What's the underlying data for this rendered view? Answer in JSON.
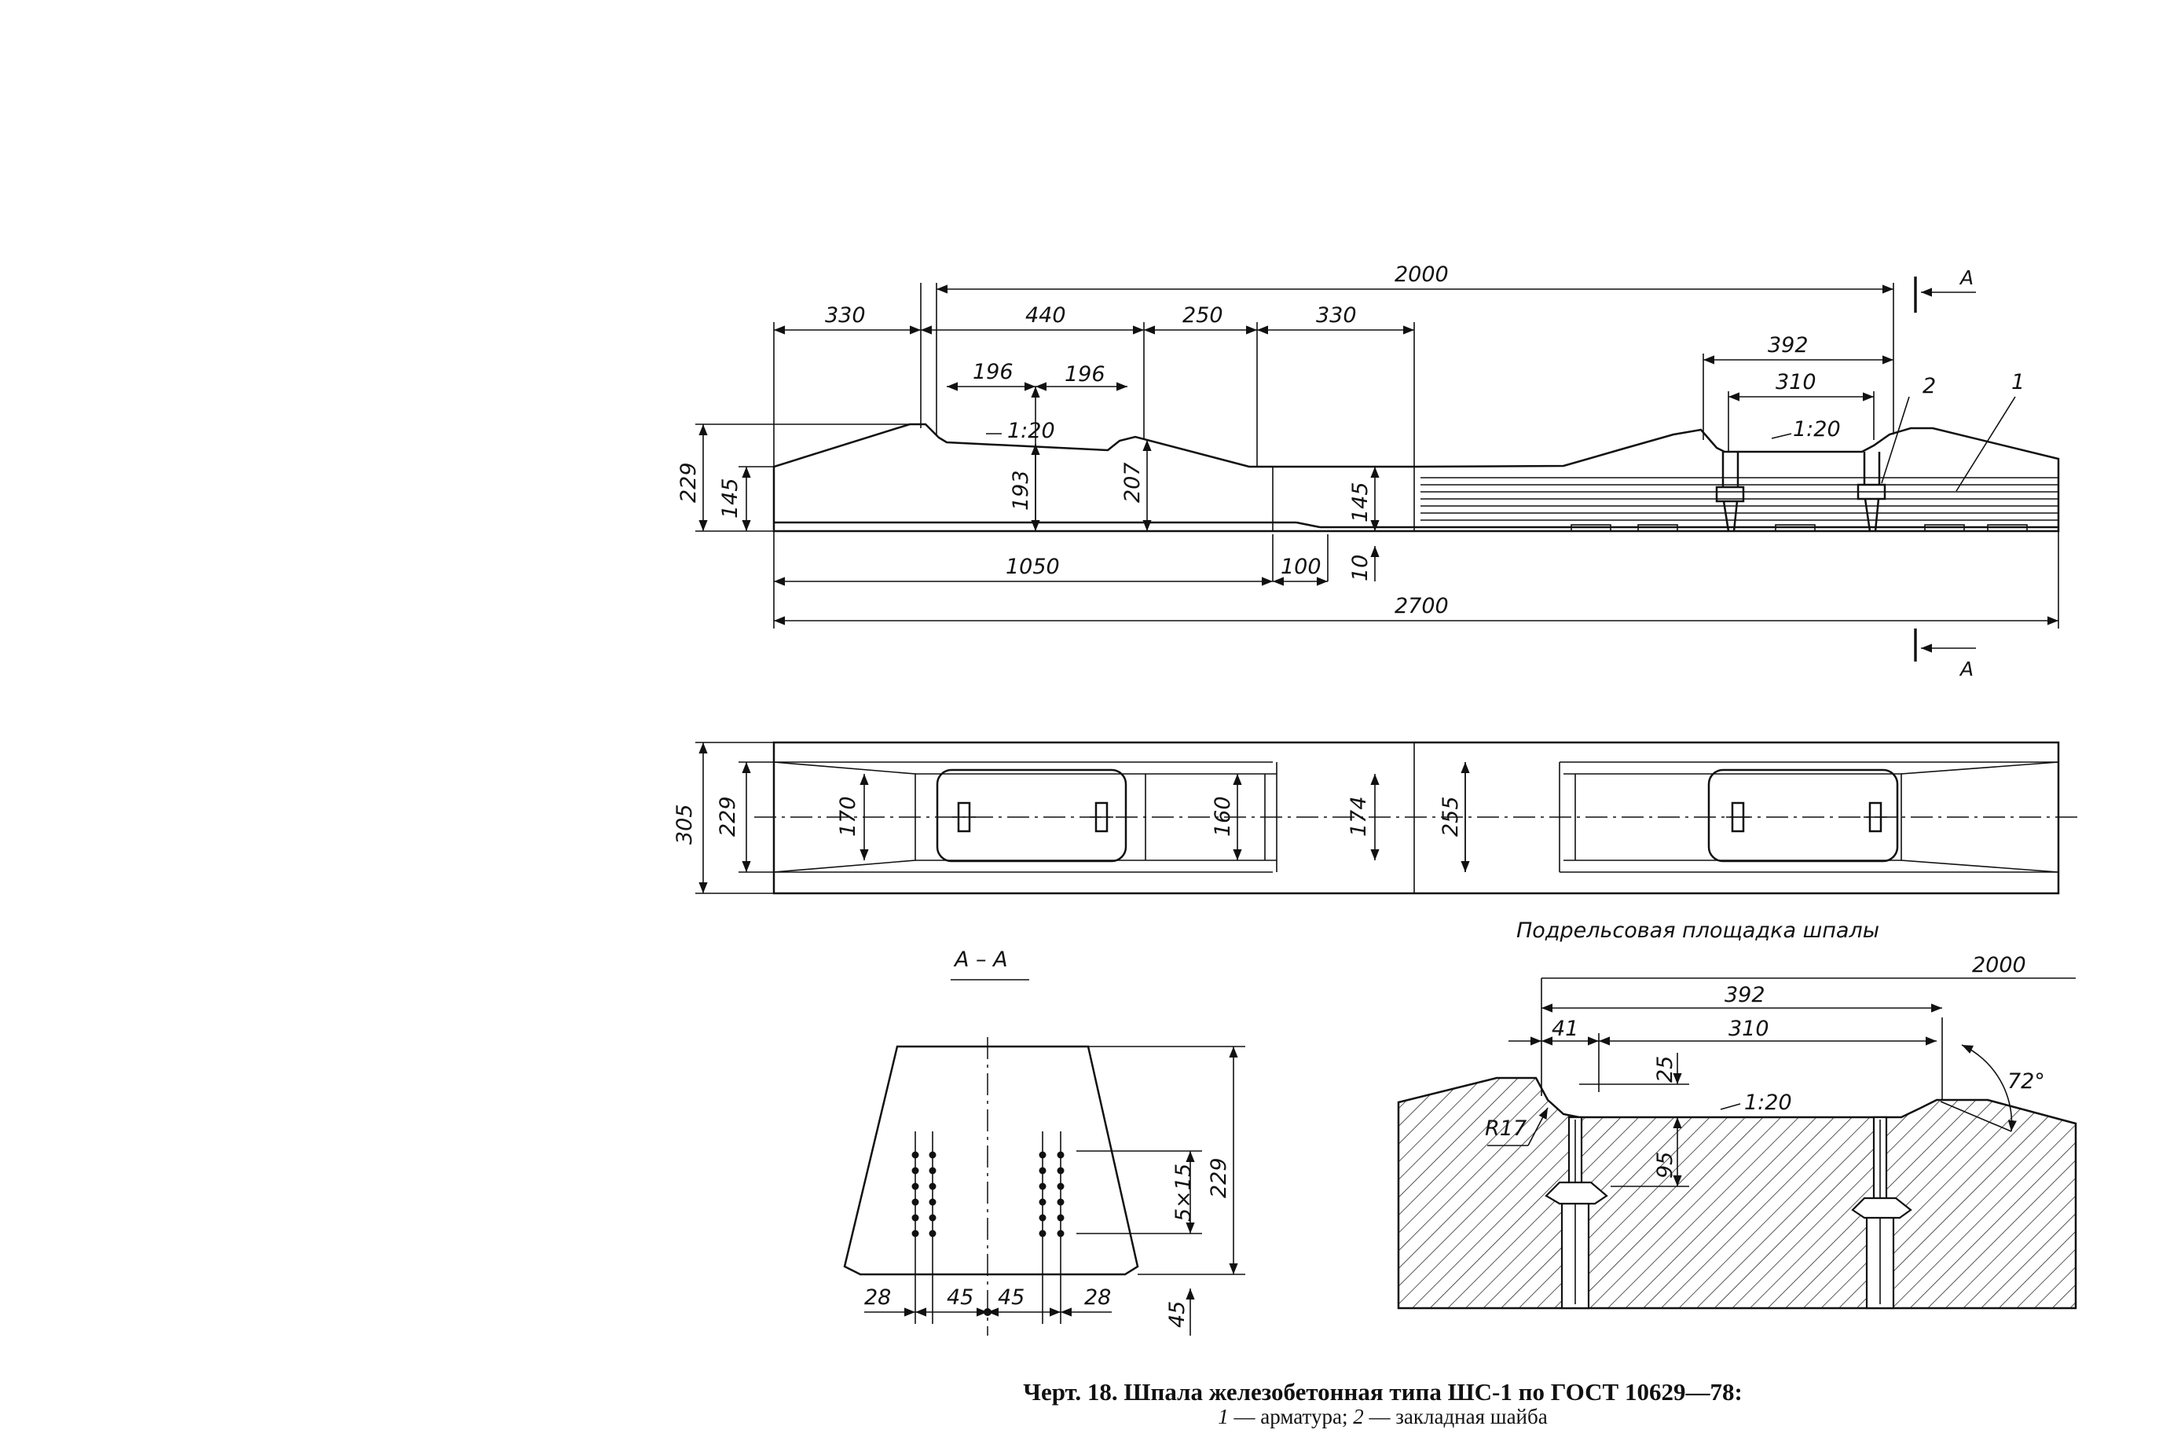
{
  "elevation": {
    "dims_top": [
      "2000",
      "330",
      "440",
      "250",
      "330",
      "196",
      "196",
      "392",
      "310"
    ],
    "slope_left": "1:20",
    "slope_right": "1:20",
    "dims_vertical": [
      "229",
      "145",
      "193",
      "207",
      "145",
      "10"
    ],
    "dims_bottom": [
      "1050",
      "100",
      "2700"
    ],
    "section_mark": "A",
    "leaders": [
      "2",
      "1"
    ]
  },
  "plan": {
    "dims": [
      "305",
      "229",
      "170",
      "160",
      "174",
      "255"
    ]
  },
  "section_aa": {
    "title": "А – А",
    "dims": [
      "5×15",
      "229",
      "45",
      "28",
      "45",
      "45",
      "28"
    ]
  },
  "detail": {
    "title": "Подрельсовая площадка шпалы",
    "dims": [
      "2000",
      "392",
      "41",
      "310",
      "25",
      "95",
      "R17"
    ],
    "slope": "1:20",
    "angle": "72°"
  },
  "caption": {
    "title": "Черт. 18. Шпала железобетонная типа ШС-1 по ГОСТ 10629—78:",
    "legend_1_num": "1",
    "legend_1_text": " — арматура; ",
    "legend_2_num": "2",
    "legend_2_text": " — закладная шайба"
  }
}
